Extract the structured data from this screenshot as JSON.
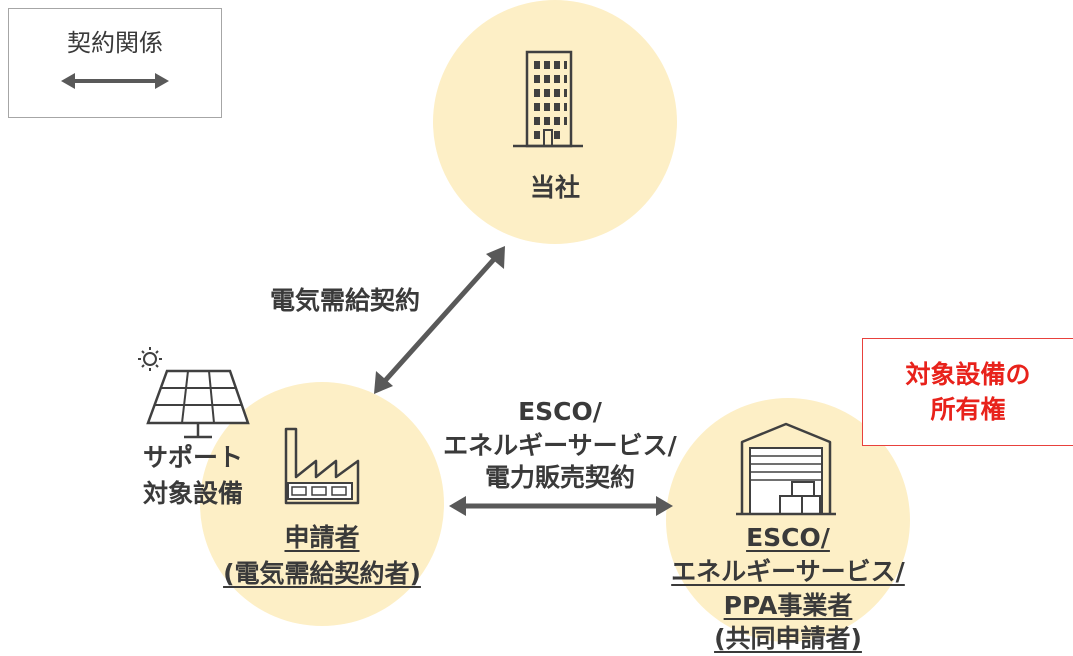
{
  "legend": {
    "title": "契約関係"
  },
  "nodes": {
    "company": {
      "label": "当社"
    },
    "applicant": {
      "line1": "申請者",
      "line2": "(電気需給契約者)"
    },
    "esco": {
      "line1": "ESCO/",
      "line2": "エネルギーサービス/",
      "line3": "PPA事業者",
      "line4": "(共同申請者)"
    }
  },
  "contracts": {
    "power_supply": "電気需給契約",
    "esco_line1": "ESCO/",
    "esco_line2": "エネルギーサービス/",
    "esco_line3": "電力販売契約"
  },
  "support": {
    "line1": "サポート",
    "line2": "対象設備"
  },
  "ownership": {
    "line1": "対象設備の",
    "line2": "所有権"
  },
  "colors": {
    "circle": "#fdefc6",
    "arrow": "#595959",
    "red": "#e8221b"
  }
}
